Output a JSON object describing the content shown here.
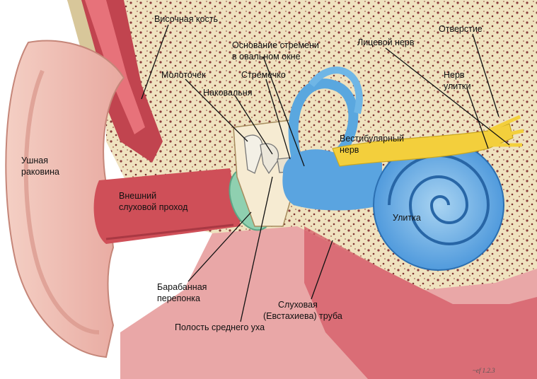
{
  "labels": {
    "temporal_bone": "Височная кость",
    "stapes_base": [
      "Основание стремени",
      "в овальном окне"
    ],
    "facial_nerve": "Лицевой нерв",
    "opening": "Отверстие",
    "malleus": "Молоточек",
    "stapes": "Стремечко",
    "incus": "Наковальня",
    "cochlear_nerve": [
      "Нерв",
      "улитки"
    ],
    "vestibular_nerve": [
      "Вестибулярный",
      "нерв"
    ],
    "auricle": [
      "Ушная",
      "раковина"
    ],
    "ear_canal": [
      "Внешний",
      "слуховой проход"
    ],
    "cochlea": "Улитка",
    "eardrum": [
      "Барабанная",
      "перепонка"
    ],
    "eustachian_tube": [
      "Слуховая",
      "(Евстахиева) труба"
    ],
    "middle_ear": "Полость среднего уха"
  },
  "signature": "~ef 1.2.3"
}
